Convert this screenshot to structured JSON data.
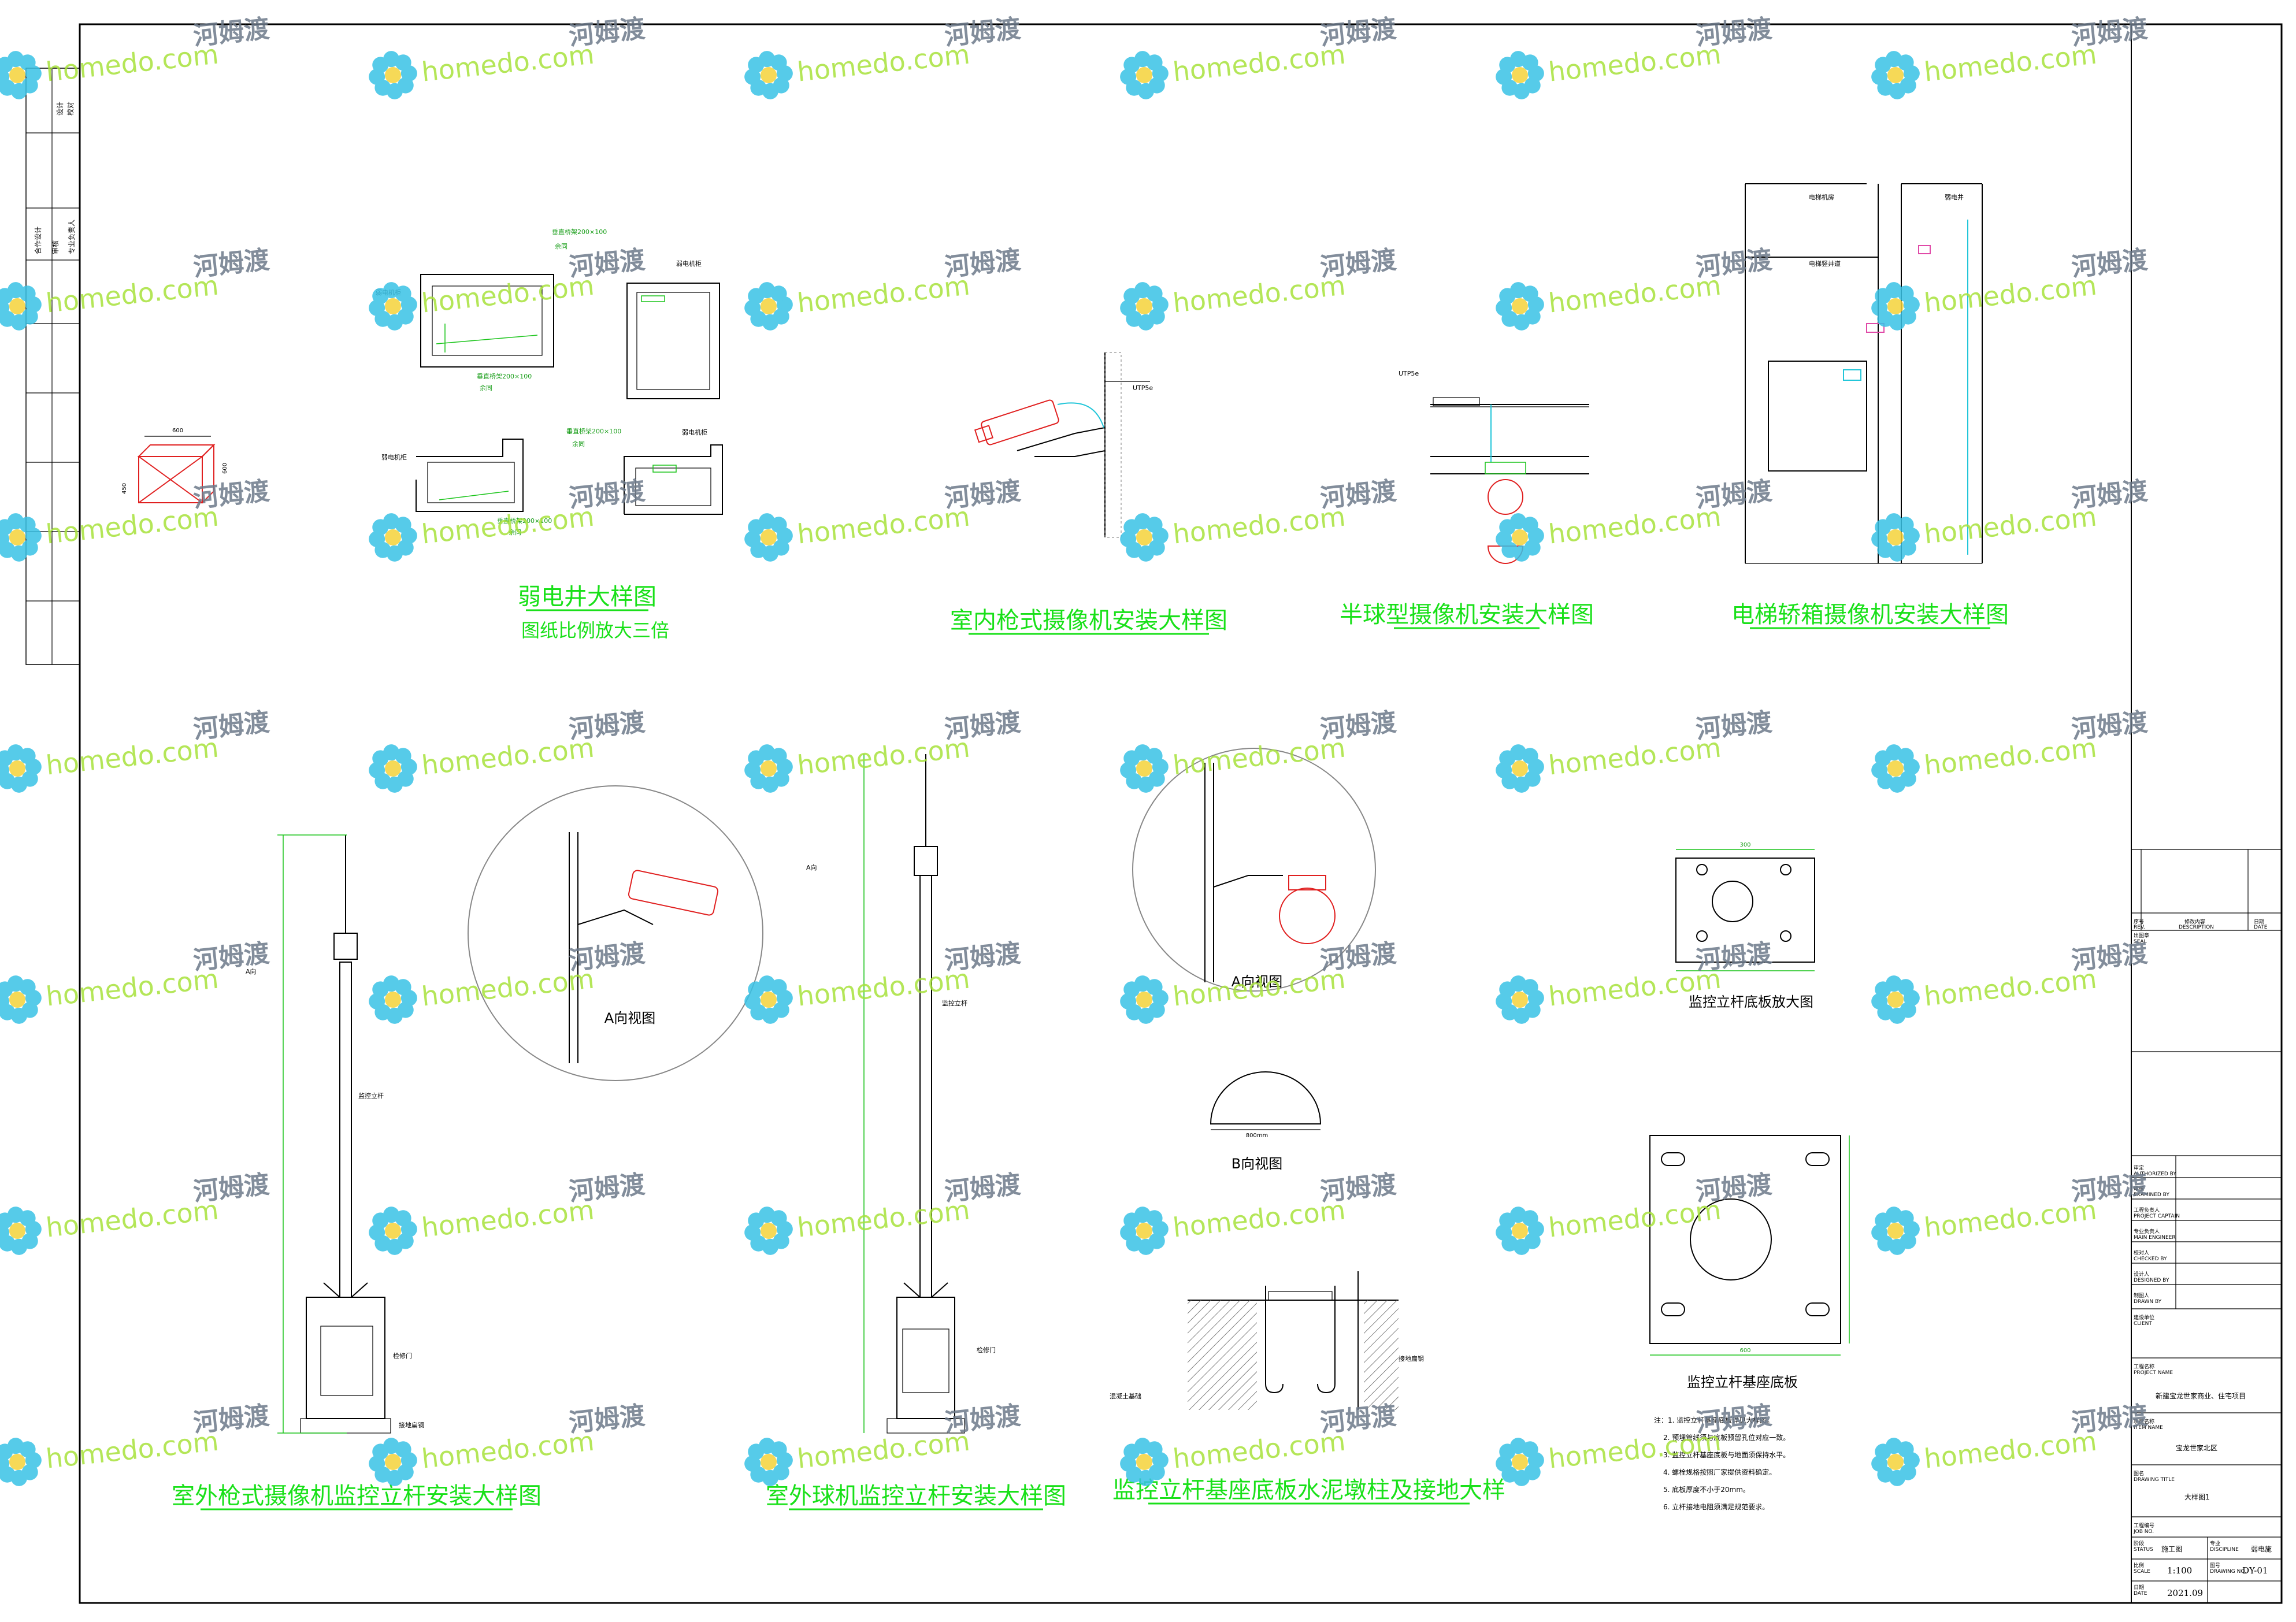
{
  "watermark": {
    "en": "homedo.com",
    "cn": "河姆渡"
  },
  "colors": {
    "title_green": "#19e019",
    "dim_green": "#19c419",
    "watermark_green": "#a8e23c",
    "watermark_cyan": "#39c2e6",
    "camera_red": "#e02020",
    "cable_cyan": "#22c6d9"
  },
  "left_strip": {
    "cells": [
      "设计",
      "校对",
      "合作设计",
      "审核",
      "专业负责人"
    ]
  },
  "titles": {
    "weak_shaft": "弱电井大样图",
    "weak_shaft_sub": "图纸比例放大三倍",
    "indoor_gun": "室内枪式摄像机安装大样图",
    "dome": "半球型摄像机安装大样图",
    "elevator": "电梯轿箱摄像机安装大样图",
    "outdoor_gun_pole": "室外枪式摄像机监控立杆安装大样图",
    "outdoor_ball_pole": "室外球机监控立杆安装大样图",
    "pole_base": "监控立杆基座底板水泥墩柱及接地大样",
    "baseplate": "监控立杆基座底板",
    "baseplate_zoom": "监控立杆底板放大图",
    "view_a1": "A向视图",
    "view_a2": "A向视图",
    "view_b": "B向视图"
  },
  "labels": {
    "box_w": "600",
    "box_h": "600",
    "box_d": "450",
    "tray_v": "垂直桥架200×100",
    "tray_same": "余同",
    "cabinet": "弱电机柜",
    "elevator_room": "电梯机房",
    "weak_well": "弱电井",
    "elevator_shaft": "电梯竖井道",
    "utp_cable": "UTP5e",
    "a_dir": "A向",
    "pole": "监控立杆",
    "door": "检修门",
    "ground": "接地扁钢",
    "b_dia": "800mm",
    "foundation": "混凝土基础",
    "lb_size": "300",
    "plate_size": "600"
  },
  "notes": [
    "注：1. 监控立杆基座底板详见大样图。",
    "2. 预埋管线须与底板预留孔位对应一致。",
    "3. 监控立杆基座底板与地面须保持水平。",
    "4. 螺栓规格按照厂家提供资料确定。",
    "5. 底板厚度不小于20mm。",
    "6. 立杆接地电阻须满足规范要求。"
  ],
  "title_block": {
    "rev_no": "序号",
    "rev_content": "修改内容",
    "rev_date": "日期",
    "rev_no_en": "REV.",
    "rev_content_en": "DESCRIPTION",
    "rev_date_en": "DATE",
    "seal": "出图章",
    "seal_en": "SEAL",
    "roles": [
      {
        "cn": "审定",
        "en": "AUTHORIZED BY"
      },
      {
        "cn": "审核",
        "en": "EXAMINED BY"
      },
      {
        "cn": "工程负责人",
        "en": "PROJECT CAPTAIN"
      },
      {
        "cn": "专业负责人",
        "en": "MAIN ENGINEER"
      },
      {
        "cn": "校对人",
        "en": "CHECKED BY"
      },
      {
        "cn": "设计人",
        "en": "DESIGNED BY"
      },
      {
        "cn": "制图人",
        "en": "DRAWN BY"
      }
    ],
    "client": "建设单位",
    "client_en": "CLIENT",
    "project": "工程名称",
    "project_en": "PROJECT NAME",
    "project_value": "新建宝龙世家商业、住宅项目",
    "item": "项目名称",
    "item_en": "ITEM NAME",
    "item_value": "宝龙世家北区",
    "drawing": "图名",
    "drawing_en": "DRAWING TITLE",
    "drawing_value": "大样图1",
    "job": "工程编号",
    "job_en": "JOB NO.",
    "status": "阶段",
    "status_en": "STATUS",
    "status_value": "施工图",
    "discipline": "专业",
    "discipline_en": "DISCIPLINE",
    "discipline_value": "弱电施",
    "scale": "比例",
    "scale_en": "SCALE",
    "scale_value": "1:100",
    "drawing_no": "图号",
    "drawing_no_en": "DRAWING NO.",
    "drawing_no_value": "DY-01",
    "date": "日期",
    "date_en": "DATE",
    "date_value": "2021.09"
  }
}
